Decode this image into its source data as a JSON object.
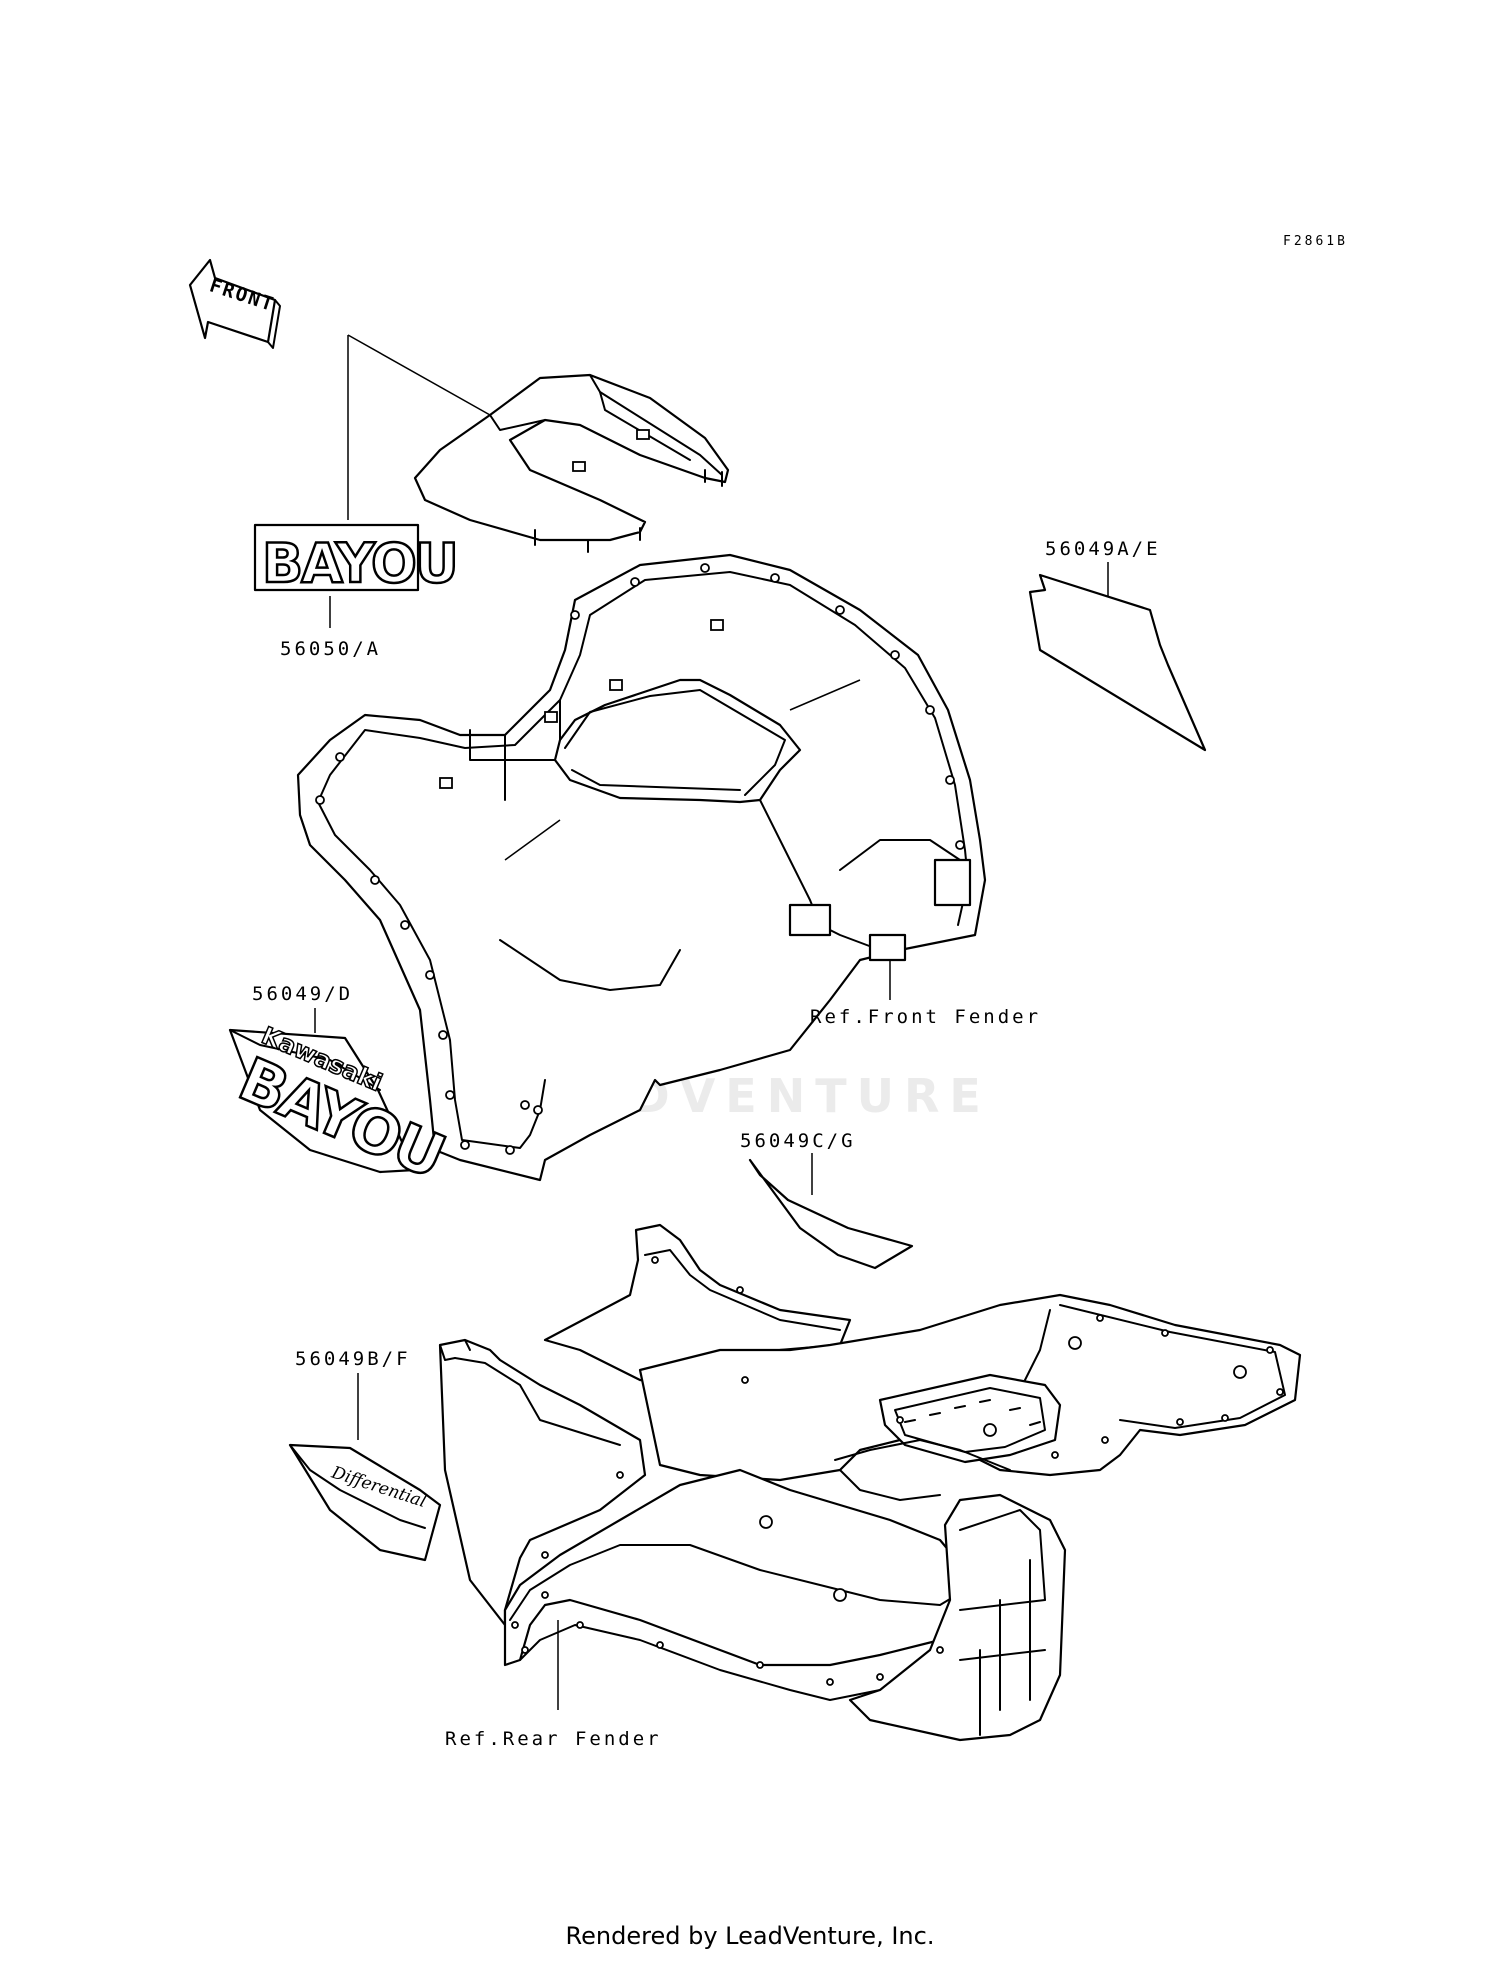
{
  "diagram": {
    "figure_code": "F2861B",
    "front_arrow_text": "FRONT",
    "watermark": "LEADVENTURE",
    "callouts": [
      {
        "id": "56050A",
        "label": "56050/A"
      },
      {
        "id": "56049AE",
        "label": "56049A/E"
      },
      {
        "id": "56049D",
        "label": "56049/D"
      },
      {
        "id": "ref-front",
        "label": "Ref.Front Fender"
      },
      {
        "id": "56049CG",
        "label": "56049C/G"
      },
      {
        "id": "56049BF",
        "label": "56049B/F"
      },
      {
        "id": "ref-rear",
        "label": "Ref.Rear Fender"
      }
    ],
    "decals": {
      "bayou_small": "BAYOU",
      "kawasaki": "Kawasaki",
      "bayou_large": "BAYOU",
      "differential": "Differential"
    }
  },
  "footer": "Rendered by LeadVenture, Inc."
}
